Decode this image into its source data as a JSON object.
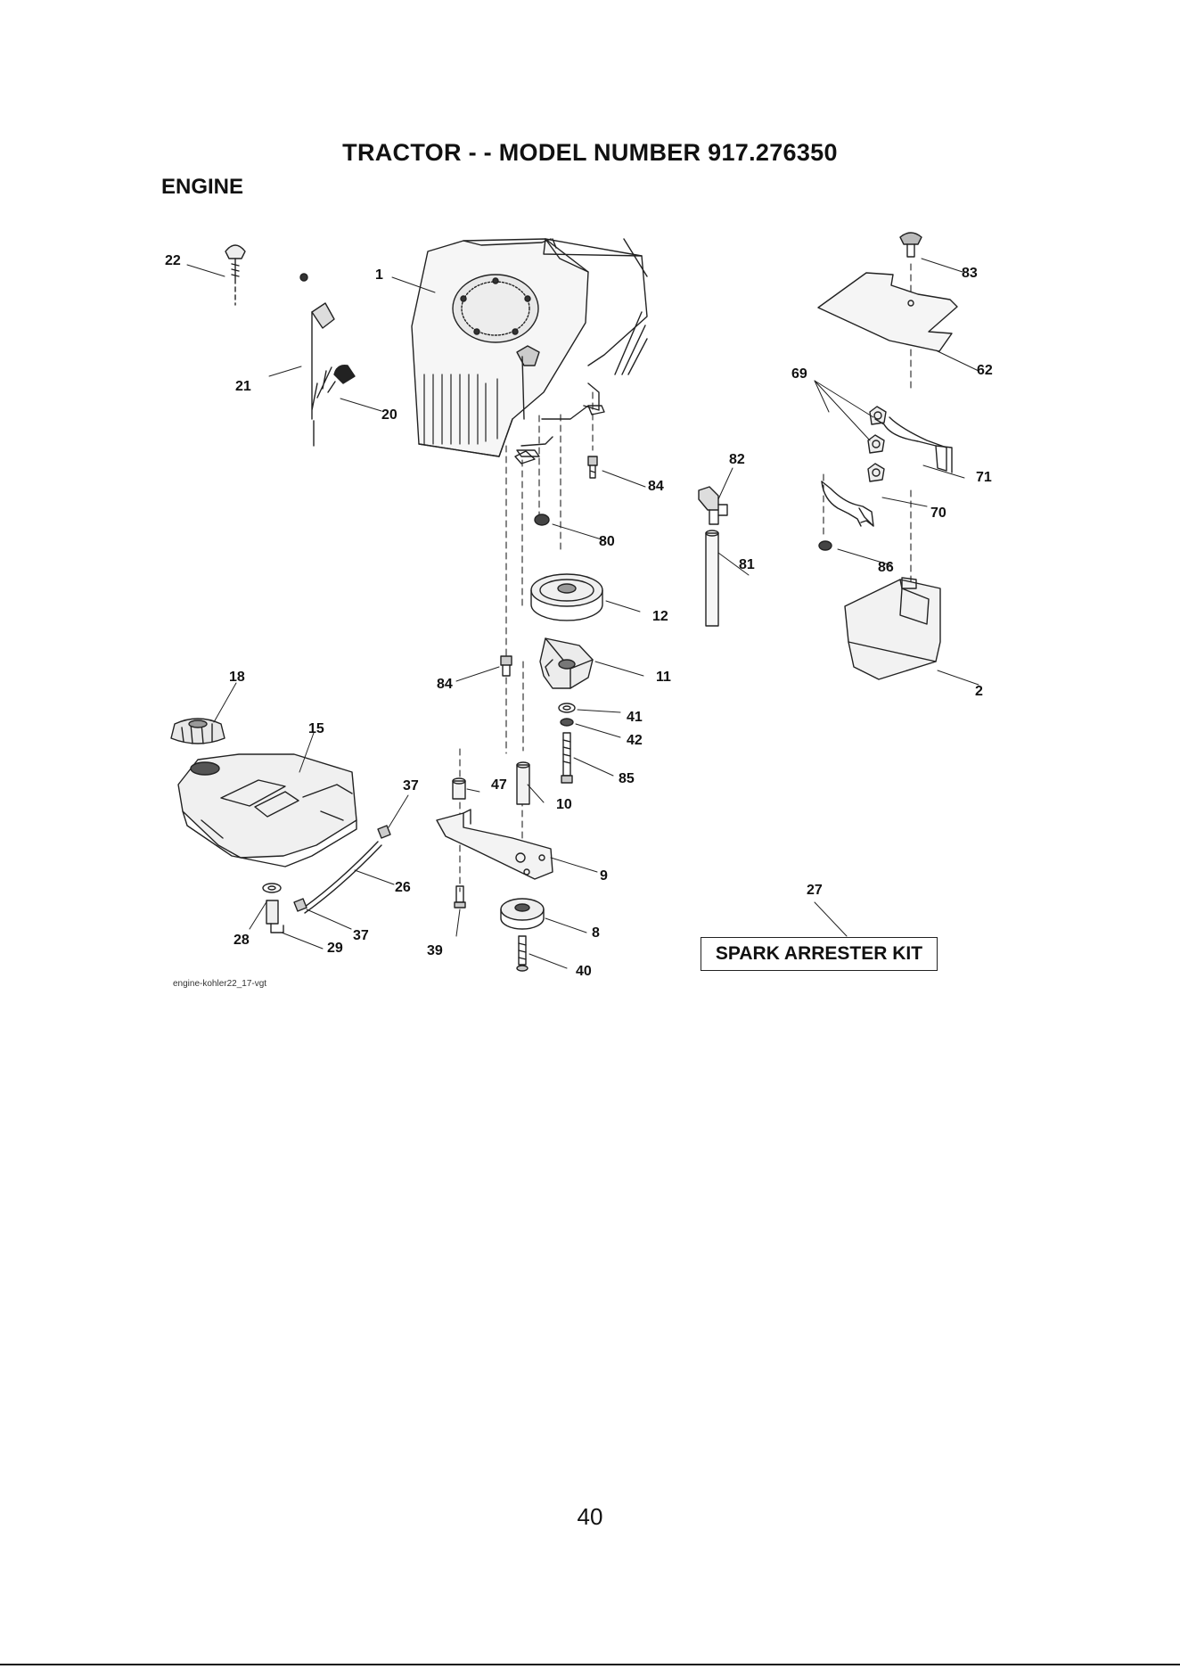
{
  "header": {
    "title": "TRACTOR - - MODEL NUMBER 917.276350",
    "section": "ENGINE"
  },
  "callouts": [
    "1",
    "2",
    "8",
    "9",
    "10",
    "11",
    "12",
    "15",
    "18",
    "20",
    "21",
    "22",
    "26",
    "27",
    "28",
    "29",
    "37",
    "37",
    "39",
    "40",
    "41",
    "42",
    "47",
    "62",
    "69",
    "70",
    "71",
    "80",
    "81",
    "82",
    "83",
    "84",
    "84",
    "85",
    "86"
  ],
  "kit_label": "SPARK ARRESTER KIT",
  "drawing_credit": "engine-kohler22_17-vgt",
  "page_number": "40"
}
